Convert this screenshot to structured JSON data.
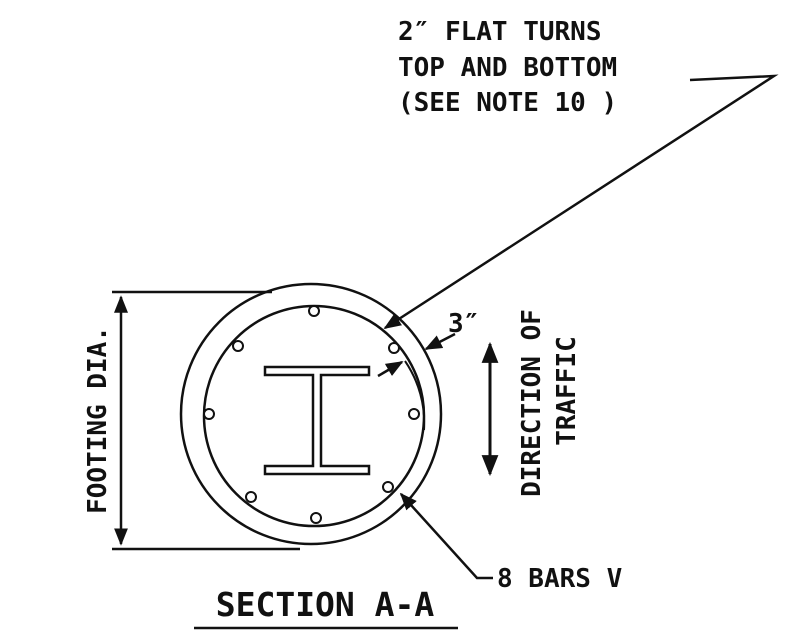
{
  "section_title": "SECTION A-A",
  "callouts": {
    "flat_turns": [
      "2″ FLAT TURNS",
      "TOP AND BOTTOM",
      "(SEE NOTE 10 )"
    ],
    "clearance": "3″",
    "bars": "8 BARS V"
  },
  "dimension_label": "FOOTING DIA.",
  "direction_label": [
    "DIRECTION OF",
    "TRAFFIC"
  ],
  "colors": {
    "line": "#111111",
    "background": "#ffffff"
  }
}
